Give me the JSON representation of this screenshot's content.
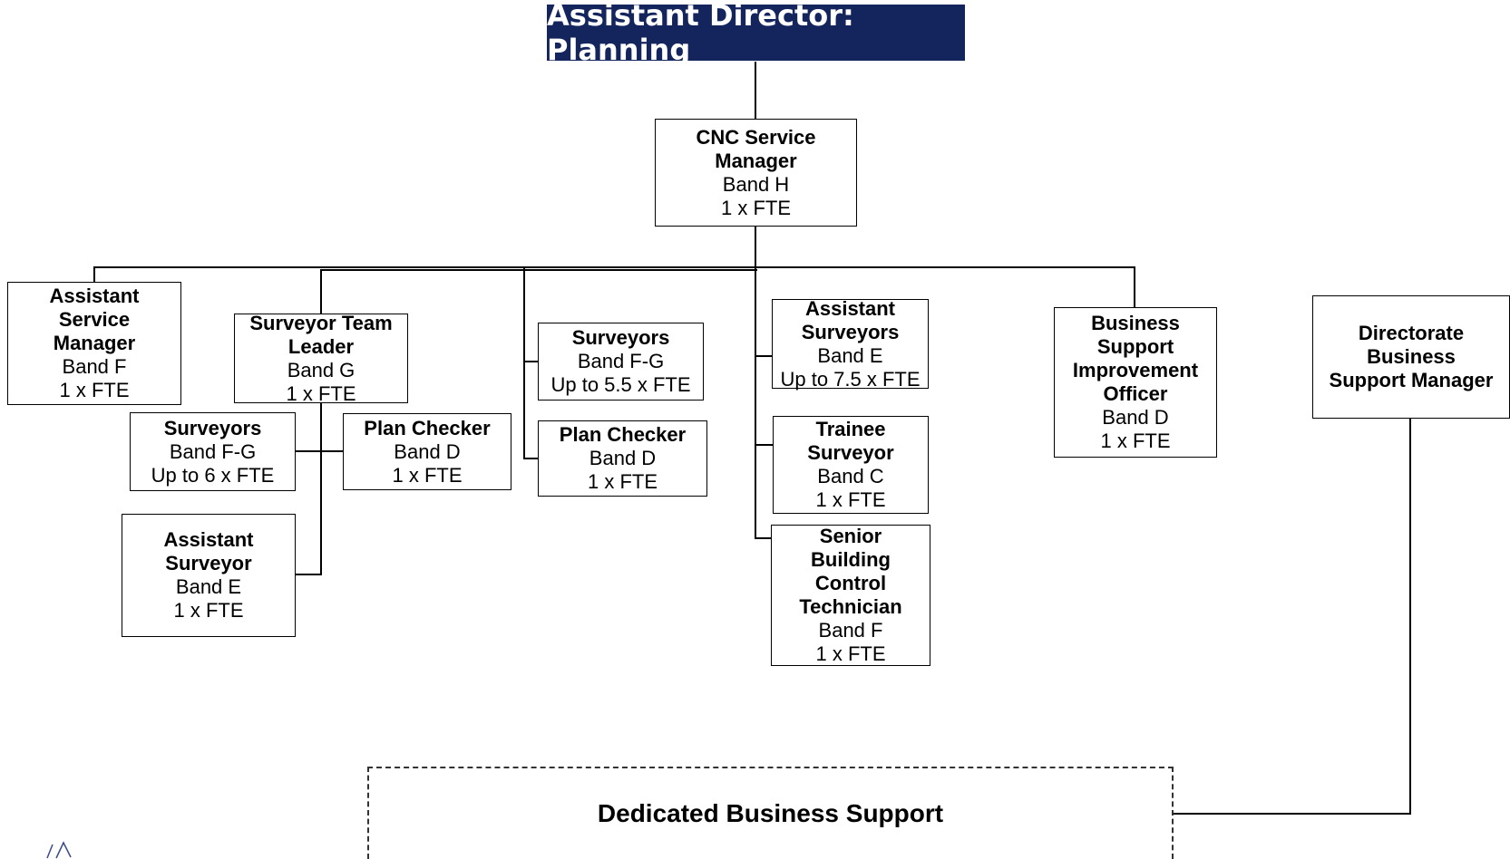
{
  "header": {
    "title": "Assistant Director: Planning"
  },
  "nodes": {
    "cnc_manager": {
      "title": [
        "CNC Service",
        "Manager"
      ],
      "details": [
        "Band H",
        "1 x FTE"
      ]
    },
    "asst_service_manager": {
      "title": [
        "Assistant",
        "Service",
        "Manager"
      ],
      "details": [
        "Band F",
        "1 x FTE"
      ]
    },
    "surveyor_team_leader": {
      "title": [
        "Surveyor Team",
        "Leader"
      ],
      "details": [
        "Band G",
        "1 x FTE"
      ]
    },
    "surveyors_6": {
      "title": [
        "Surveyors"
      ],
      "details": [
        "Band F-G",
        "Up to 6 x FTE"
      ]
    },
    "plan_checker_1": {
      "title": [
        "Plan Checker"
      ],
      "details": [
        "Band D",
        "1 x FTE"
      ]
    },
    "assistant_surveyor": {
      "title": [
        "Assistant",
        "Surveyor"
      ],
      "details": [
        "Band E",
        "1 x FTE"
      ]
    },
    "surveyors_55": {
      "title": [
        "Surveyors"
      ],
      "details": [
        "Band F-G",
        "Up to 5.5 x FTE"
      ]
    },
    "plan_checker_2": {
      "title": [
        "Plan Checker"
      ],
      "details": [
        "Band D",
        "1 x FTE"
      ]
    },
    "assistant_surveyors": {
      "title": [
        "Assistant",
        "Surveyors"
      ],
      "details": [
        "Band E",
        "Up to 7.5 x FTE"
      ]
    },
    "trainee_surveyor": {
      "title": [
        "Trainee",
        "Surveyor"
      ],
      "details": [
        "Band C",
        "1 x FTE"
      ]
    },
    "senior_bct": {
      "title": [
        "Senior",
        "Building",
        "Control",
        "Technician"
      ],
      "details": [
        "Band F",
        "1 x FTE"
      ]
    },
    "business_support_officer": {
      "title": [
        "Business",
        "Support",
        "Improvement",
        "Officer"
      ],
      "details": [
        "Band D",
        "1 x FTE"
      ]
    },
    "directorate_manager": {
      "title": [
        "Directorate",
        "Business",
        "Support Manager"
      ],
      "details": []
    }
  },
  "dedicated_support": {
    "label": "Dedicated Business Support"
  }
}
